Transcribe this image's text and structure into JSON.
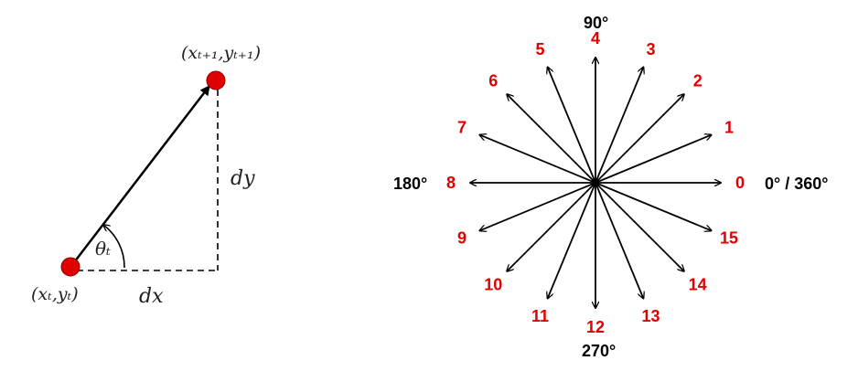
{
  "left_diagram": {
    "end_point_label": "(xₜ₊₁,yₜ₊₁)",
    "start_point_label": "(xₜ,yₜ)",
    "angle_label": "θₜ",
    "dy_label": "dy",
    "dx_label": "dx",
    "point_color": "#e00000"
  },
  "right_diagram": {
    "label_color": "#e00000",
    "degree_labels": {
      "top": "90°",
      "left": "180°",
      "right": "0° / 360°",
      "bottom": "270°"
    },
    "directions": [
      "0",
      "1",
      "2",
      "3",
      "4",
      "5",
      "6",
      "7",
      "8",
      "9",
      "10",
      "11",
      "12",
      "13",
      "14",
      "15"
    ]
  }
}
